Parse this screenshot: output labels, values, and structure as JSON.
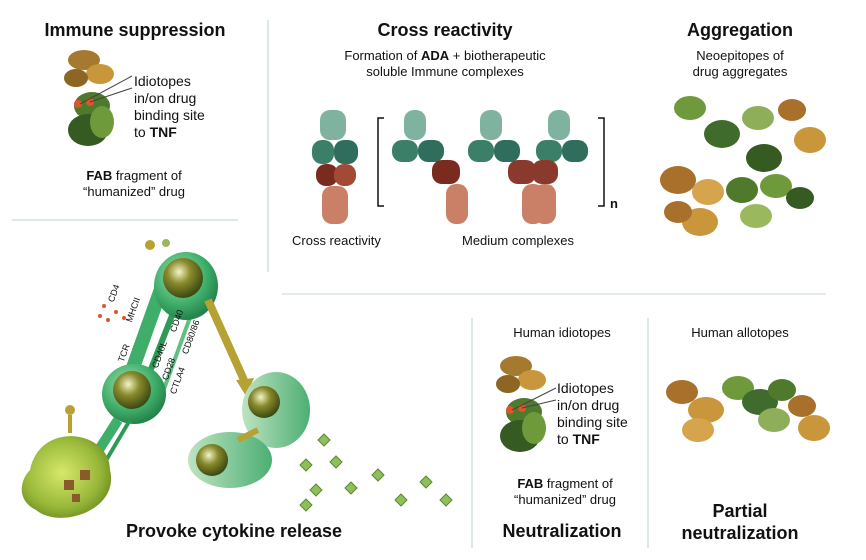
{
  "panels": {
    "immune_suppression": {
      "title": "Immune suppression",
      "callout": [
        "Idiotopes",
        "in/on drug",
        "binding site",
        "to "
      ],
      "callout_bold": "TNF",
      "caption_bold": "FAB",
      "caption_line1": " fragment of",
      "caption_line2": "“humanized” drug"
    },
    "cross_reactivity": {
      "title": "Cross reactivity",
      "sub_line1_pre": "Formation of ",
      "sub_line1_bold": "ADA",
      "sub_line1_post": " + biotherapeutic",
      "sub_line2": "soluble Immune complexes",
      "label_left": "Cross reactivity",
      "label_right": "Medium complexes",
      "subscript": "n"
    },
    "aggregation": {
      "title": "Aggregation",
      "sub_line1": "Neoepitopes of",
      "sub_line2": "drug aggregates"
    },
    "cytokine": {
      "title": "Provoke cytokine release",
      "receptors": [
        "CD4",
        "MHCII",
        "TCR",
        "CD40",
        "CD40L",
        "CD28",
        "CD80/86",
        "CTLA4"
      ]
    },
    "neutralization": {
      "header": "Human idiotopes",
      "callout": [
        "Idiotopes",
        "in/on drug",
        "binding site",
        "to "
      ],
      "callout_bold": "TNF",
      "caption_bold": "FAB",
      "caption_line1": " fragment of",
      "caption_line2": "“humanized” drug",
      "title": "Neutralization"
    },
    "partial": {
      "header": "Human allotopes",
      "title_line1": "Partial",
      "title_line2": "neutralization"
    }
  },
  "colors": {
    "dark_green": "#3f6b2c",
    "mid_green": "#6f9a45",
    "light_green": "#a8c06a",
    "teal": "#5a9a86",
    "teal_dark": "#2f6d5c",
    "brown": "#8a3a2c",
    "salmon": "#c98066",
    "ochre": "#b77a2a",
    "ochre_light": "#d6a44c",
    "cell_green": "#3fae6a",
    "divider": "#b9d6cf"
  }
}
